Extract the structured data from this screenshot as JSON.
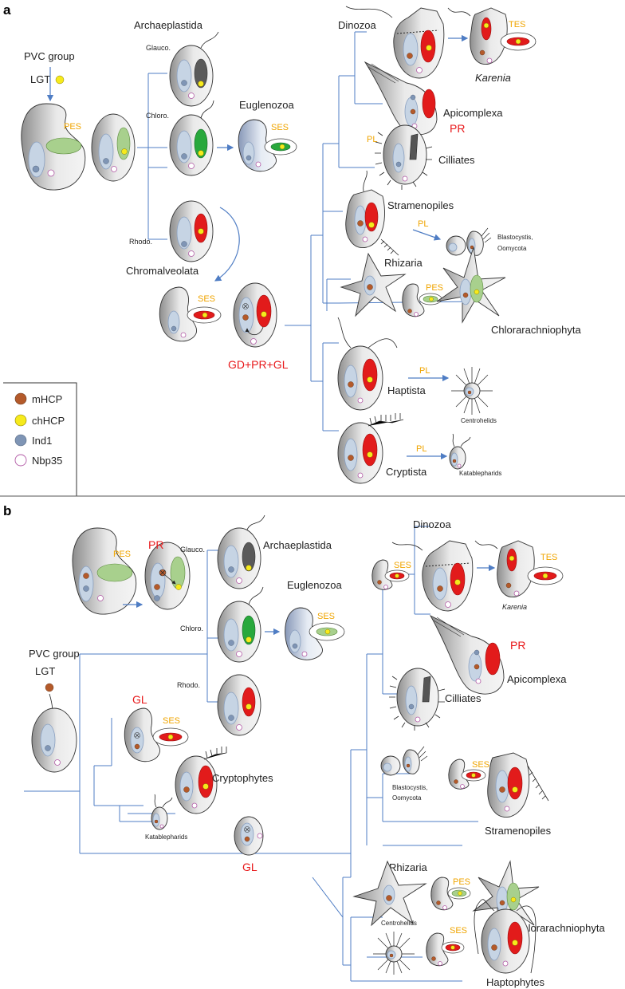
{
  "panel_a": {
    "label": "a",
    "pvc_group": "PVC group",
    "lgt": "LGT",
    "pes": "PES",
    "archaeplastida": "Archaeplastida",
    "glauco": "Glauco.",
    "chloro": "Chloro.",
    "rhodo": "Rhodo.",
    "euglenozoa": "Euglenozoa",
    "ses_eugl": "SES",
    "chromalveolata": "Chromalveolata",
    "ses_chrom": "SES",
    "gd_pr_gl": "GD+PR+GL",
    "dinozoa": "Dinozoa",
    "tes": "TES",
    "karenia": "Karenia",
    "apicomplexa": "Apicomplexa",
    "pr": "PR",
    "pl_cilliates": "PL",
    "cilliates": "Cilliates",
    "stramenopiles": "Stramenopiles",
    "pl_blasto": "PL",
    "blastocystis": "Blastocystis,",
    "oomycota": "Oomycota",
    "rhizaria": "Rhizaria",
    "pes_chlor": "PES",
    "chlorarachniophyta": "Chlorarachniophyta",
    "haptista": "Haptista",
    "pl_centro": "PL",
    "centrohelids": "Centrohelids",
    "cryptista": "Cryptista",
    "pl_katable": "PL",
    "katablepharids": "Katablepharids"
  },
  "legend": {
    "items": [
      {
        "label": "mHCP",
        "color": "#b45a2a"
      },
      {
        "label": "chHCP",
        "color": "#f6ea1c"
      },
      {
        "label": "Ind1",
        "color": "#7f95b5"
      },
      {
        "label": "Nbp35",
        "color": "#ffffff"
      }
    ]
  },
  "panel_b": {
    "label": "b",
    "pes": "PES",
    "pr_top": "PR",
    "glauco": "Glauco.",
    "archaeplastida": "Archaeplastida",
    "chloro": "Chloro.",
    "euglenozoa": "Euglenozoa",
    "ses_eugl": "SES",
    "rhodo": "Rhodo.",
    "pvc_group": "PVC group",
    "lgt": "LGT",
    "gl_crypt": "GL",
    "ses_crypt": "SES",
    "cryptophytes": "Cryptophytes",
    "katablepharids": "Katablepharids",
    "gl_bottom": "GL",
    "dinozoa": "Dinozoa",
    "ses_dino": "SES",
    "tes": "TES",
    "karenia": "Karenia",
    "pr": "PR",
    "apicomplexa": "Apicomplexa",
    "cilliates": "Cilliates",
    "blastocystis": "Blastocystis,",
    "oomycota": "Oomycota",
    "ses_stram": "SES",
    "stramenopiles": "Stramenopiles",
    "rhizaria": "Rhizaria",
    "pes_chlor": "PES",
    "chlorarachniophyta": "Chlorarachniophyta",
    "centrohelids": "Centrohelids",
    "ses_hapt": "SES",
    "haptophytes": "Haptophytes"
  },
  "colors": {
    "branch": "#4f7dc4",
    "red_plastid": "#e21b1b",
    "green_plastid": "#28a83c",
    "light_green_plastid": "#a8d08d",
    "dark_plastid": "#5a5a5a",
    "mHCP": "#b45a2a",
    "chHCP": "#f6ea1c",
    "Ind1": "#7f95b5",
    "Nbp35": "#ffffff",
    "annotation_orange": "#f0a500",
    "annotation_red": "#e8191b"
  }
}
